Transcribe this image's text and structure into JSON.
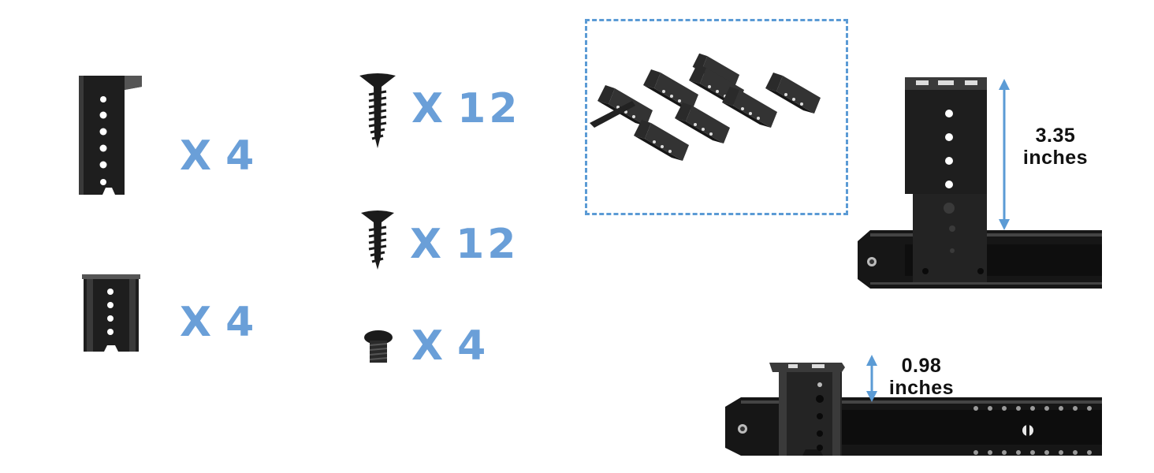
{
  "parts": [
    {
      "name": "tall-rear-bracket",
      "times": "X",
      "count": "4"
    },
    {
      "name": "short-rear-bracket",
      "times": "X",
      "count": "4"
    },
    {
      "name": "long-wood-screw",
      "times": "X",
      "count": "12"
    },
    {
      "name": "short-wood-screw",
      "times": "X",
      "count": "12"
    },
    {
      "name": "machine-screw",
      "times": "X",
      "count": "4"
    }
  ],
  "dimensions": {
    "tall": {
      "value": "3.35",
      "unit": "inches"
    },
    "short": {
      "value": "0.98",
      "unit": "inches"
    }
  },
  "colors": {
    "quantity_text": "#6a9fd8",
    "dimension_arrow": "#5b9bd5",
    "dashed_border": "#5b9bd5",
    "metal": "#1a1a1a"
  },
  "icons": [
    "bracket-icon",
    "wood-screw-icon",
    "machine-screw-icon",
    "drawer-slide-icon"
  ]
}
